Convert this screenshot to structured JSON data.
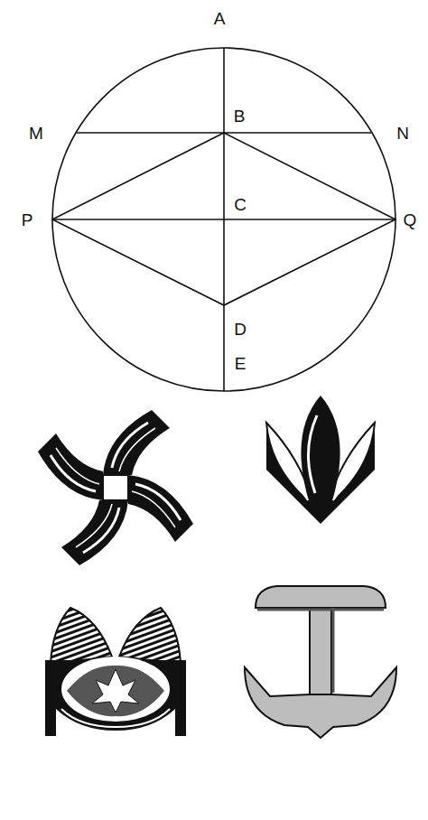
{
  "diagram": {
    "labels": [
      "A",
      "M",
      "B",
      "N",
      "P",
      "C",
      "Q",
      "D",
      "E"
    ]
  }
}
